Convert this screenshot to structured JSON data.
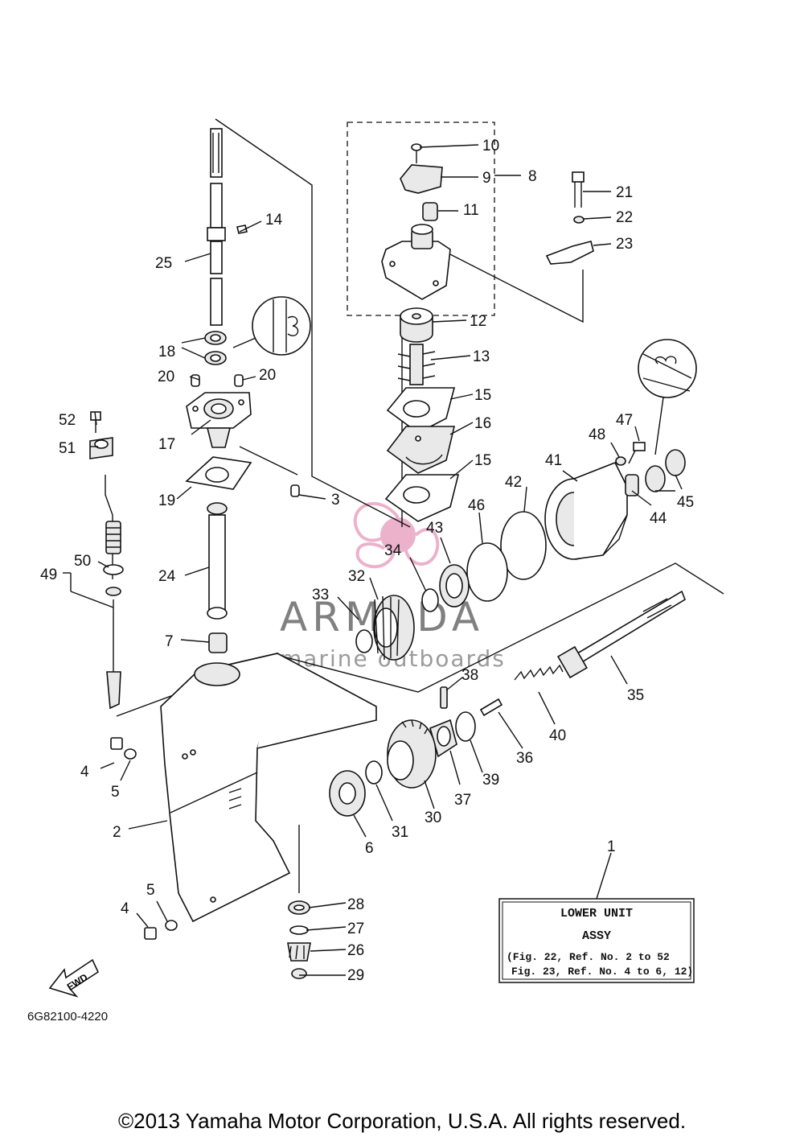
{
  "callouts": {
    "n1": "1",
    "n2": "2",
    "n3": "3",
    "n4a": "4",
    "n4b": "4",
    "n5a": "5",
    "n5b": "5",
    "n6": "6",
    "n7": "7",
    "n8": "8",
    "n9": "9",
    "n10": "10",
    "n11": "11",
    "n12": "12",
    "n13": "13",
    "n14": "14",
    "n15a": "15",
    "n15b": "15",
    "n16": "16",
    "n17": "17",
    "n18": "18",
    "n19": "19",
    "n20a": "20",
    "n20b": "20",
    "n21": "21",
    "n22": "22",
    "n23": "23",
    "n24": "24",
    "n25": "25",
    "n26": "26",
    "n27": "27",
    "n28": "28",
    "n29": "29",
    "n30": "30",
    "n31": "31",
    "n32": "32",
    "n33": "33",
    "n34": "34",
    "n35": "35",
    "n36": "36",
    "n37": "37",
    "n38": "38",
    "n39": "39",
    "n40": "40",
    "n41": "41",
    "n42": "42",
    "n43": "43",
    "n44": "44",
    "n45": "45",
    "n46": "46",
    "n47": "47",
    "n48": "48",
    "n49": "49",
    "n50": "50",
    "n51": "51",
    "n52": "52"
  },
  "assy_box": {
    "line1": "LOWER UNIT",
    "line2": "ASSY",
    "line3": "(Fig. 22, Ref. No. 2 to 52",
    "line4": "Fig. 23, Ref. No. 4 to 6, 12)"
  },
  "fwd_label": "FWD",
  "part_code": "6G82100-4220",
  "watermark": {
    "main": "ARMADA",
    "sub": "marine outboards",
    "logo_color": "#e8a0c0",
    "text_color": "#6b6b6b"
  },
  "copyright": "©2013 Yamaha Motor Corporation, U.S.A. All rights reserved."
}
